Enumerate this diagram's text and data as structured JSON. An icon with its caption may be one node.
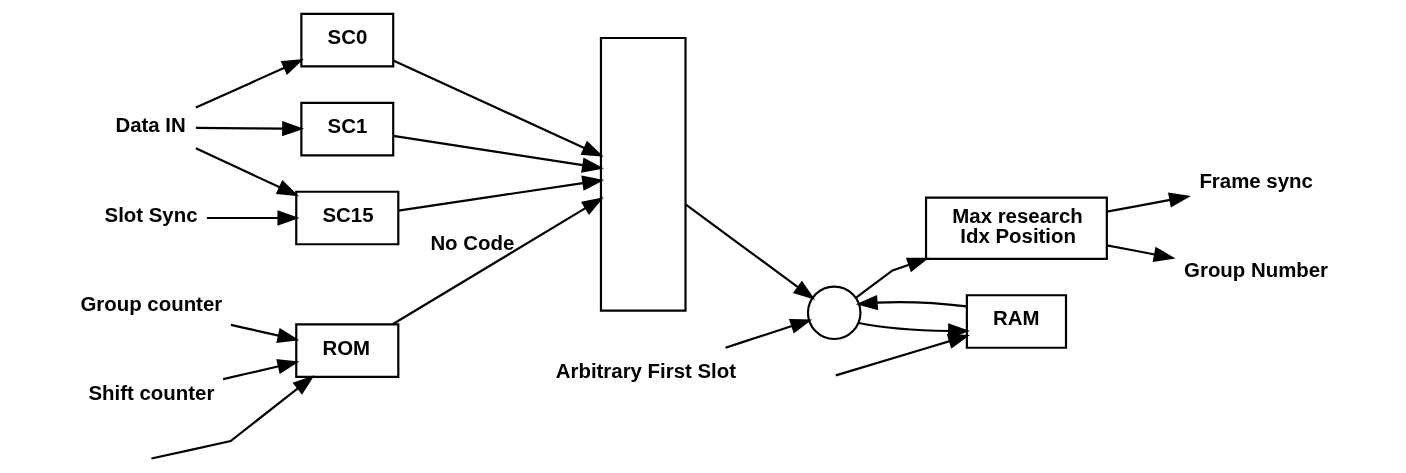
{
  "diagram": {
    "nodes": [
      {
        "text": [
          "Data IN"
        ]
      },
      {
        "text": [
          "SC0"
        ]
      },
      {
        "text": [
          "SC1"
        ]
      },
      {
        "text": [
          "SC15"
        ]
      },
      {
        "text": [],
        "shape": "trapezoid"
      },
      {
        "text": [
          "Arbitrary First Slot"
        ]
      },
      {
        "text": [],
        "shape": "circle"
      },
      {
        "text": [
          "Max research",
          "Idx Position"
        ]
      },
      {
        "text": [
          "Frame sync"
        ]
      },
      {
        "text": [
          "Group Number"
        ]
      },
      {
        "text": [
          "Slot Sync"
        ]
      },
      {
        "text": [
          "Group counter"
        ]
      },
      {
        "text": [
          "Shift counter"
        ]
      },
      {
        "text": [
          "ROM"
        ]
      },
      {
        "text": [
          "RAM"
        ]
      }
    ],
    "edges": [
      {
        "from": 0,
        "to": 1,
        "arrow": "to"
      },
      {
        "from": 0,
        "to": 2,
        "arrow": "to"
      },
      {
        "from": 0,
        "to": 3,
        "arrow": "to"
      },
      {
        "from": 1,
        "to": 4,
        "arrow": "to"
      },
      {
        "from": 2,
        "to": 4,
        "arrow": "to"
      },
      {
        "from": 3,
        "to": 4,
        "arrow": "to"
      },
      {
        "from": 10,
        "to": 3,
        "arrow": "to"
      },
      {
        "from": 13,
        "to": 4,
        "arrow": "to",
        "label": "No Code"
      },
      {
        "from": 4,
        "to": 6,
        "arrow": "to"
      },
      {
        "from": 5,
        "to": 6,
        "arrow": "to"
      },
      {
        "from": 6,
        "to": 7,
        "arrow": "to"
      },
      {
        "from": 7,
        "to": 8,
        "arrow": "to"
      },
      {
        "from": 7,
        "to": 9,
        "arrow": "to"
      },
      {
        "from": 6,
        "to": 14,
        "arrow": "to"
      },
      {
        "from": 14,
        "to": 6,
        "arrow": "to"
      },
      {
        "from": 11,
        "to": 13,
        "arrow": "to"
      },
      {
        "from": 12,
        "to": 13,
        "arrow": "to"
      },
      {
        "from": null,
        "to": 13,
        "arrow": "to"
      },
      {
        "from": null,
        "to": 14,
        "arrow": "to"
      }
    ]
  }
}
